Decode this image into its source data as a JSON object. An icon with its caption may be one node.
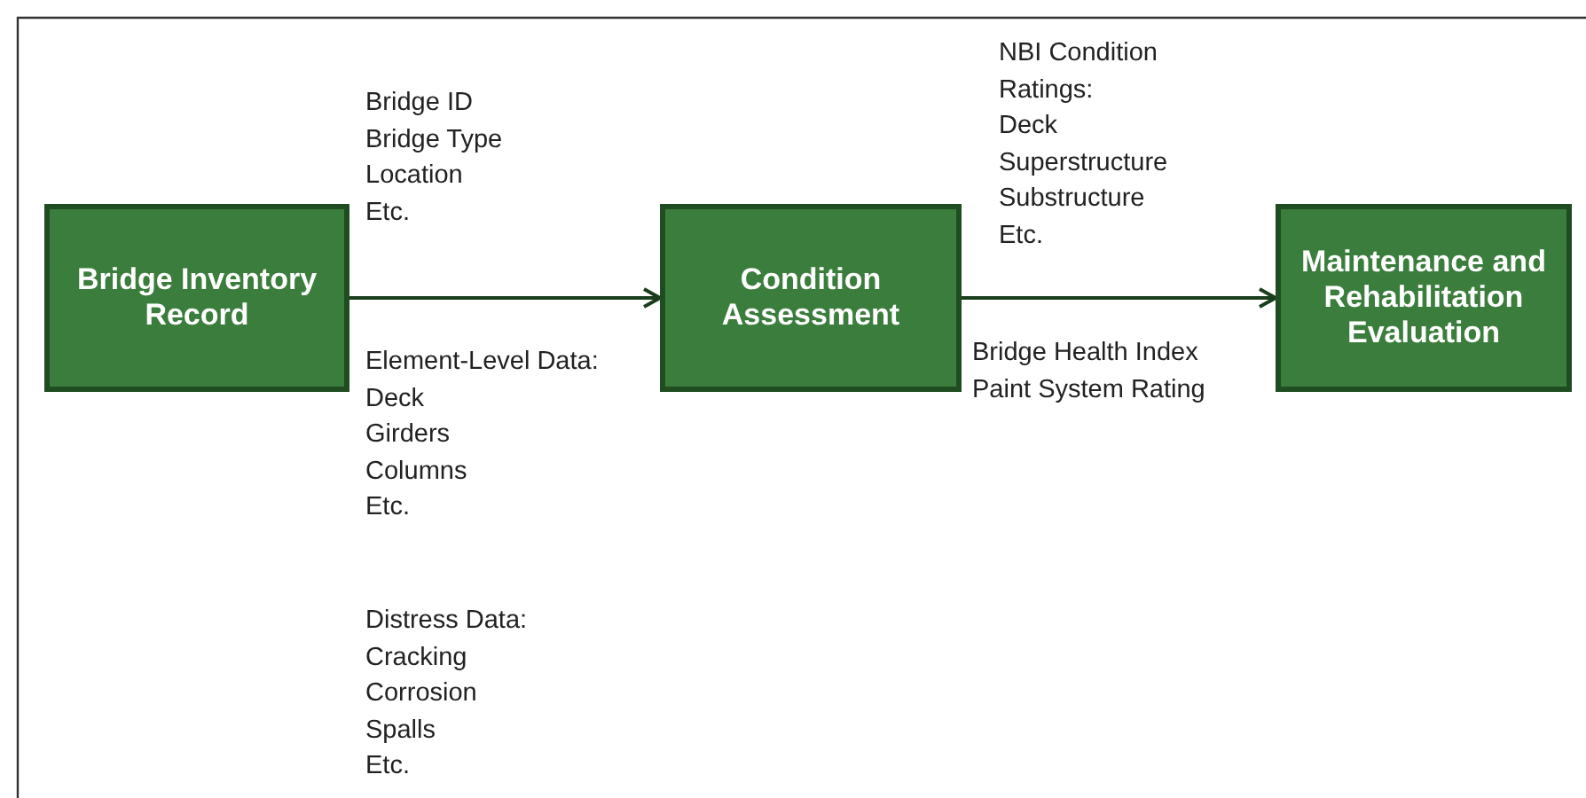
{
  "diagram": {
    "nodes": [
      {
        "text": [
          "Bridge Inventory Record"
        ]
      },
      {
        "text": [
          "Condition Assessment"
        ]
      },
      {
        "text": [
          "Maintenance and Rehabilitation Evaluation"
        ]
      }
    ],
    "edges": [
      {
        "from": 0,
        "to": 1,
        "arrow": "to"
      },
      {
        "from": 1,
        "to": 2,
        "arrow": "to"
      }
    ],
    "labels": [
      "Bridge ID",
      "Bridge Type",
      "Location",
      "Etc.",
      "Element-Level Data:",
      "Deck",
      "Girders",
      "Columns",
      "Etc.",
      "Distress Data:",
      "Cracking",
      "Corrosion",
      "Spalls",
      "Etc.",
      "NBI Condition Ratings:",
      "Deck",
      "Superstructure",
      "Substructure",
      "Etc.",
      "Bridge Health Index",
      "Paint System Rating"
    ]
  }
}
